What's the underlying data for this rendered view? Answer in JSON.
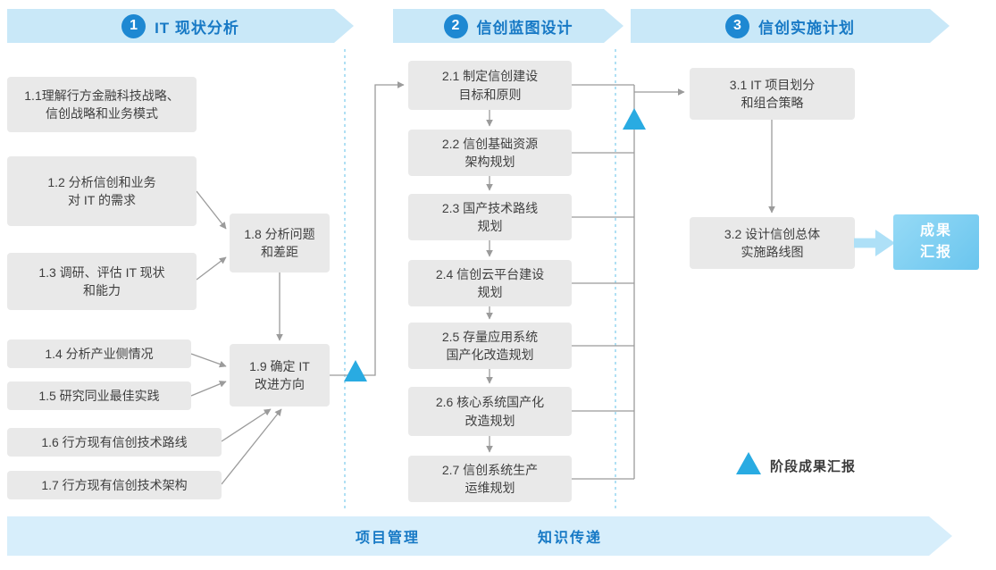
{
  "colors": {
    "banner_bg": "#c9e8f8",
    "banner_text": "#1779c5",
    "number_circle": "#1e88d2",
    "box_bg": "#e9e9e9",
    "box_text": "#3f3f3f",
    "connector": "#9b9b9b",
    "milestone_triangle": "#29abe2",
    "result_box_bg": "#7fcdf0",
    "dashed_separator": "#85cfef"
  },
  "phases": [
    {
      "number": "1",
      "title": "IT 现状分析",
      "boxes": [
        {
          "label": "1.1理解行方金融科技战略、\n信创战略和业务模式"
        },
        {
          "label": "1.2 分析信创和业务\n对 IT 的需求"
        },
        {
          "label": "1.3 调研、评估 IT 现状\n和能力"
        },
        {
          "label": "1.4 分析产业侧情况"
        },
        {
          "label": "1.5 研究同业最佳实践"
        },
        {
          "label": "1.6 行方现有信创技术路线"
        },
        {
          "label": "1.7 行方现有信创技术架构"
        },
        {
          "label": "1.8 分析问题\n和差距"
        },
        {
          "label": "1.9 确定 IT\n改进方向"
        }
      ]
    },
    {
      "number": "2",
      "title": "信创蓝图设计",
      "boxes": [
        {
          "label": "2.1 制定信创建设\n目标和原则"
        },
        {
          "label": "2.2 信创基础资源\n架构规划"
        },
        {
          "label": "2.3 国产技术路线\n规划"
        },
        {
          "label": "2.4 信创云平台建设\n规划"
        },
        {
          "label": "2.5 存量应用系统\n国产化改造规划"
        },
        {
          "label": "2.6 核心系统国产化\n改造规划"
        },
        {
          "label": "2.7 信创系统生产\n运维规划"
        }
      ]
    },
    {
      "number": "3",
      "title": "信创实施计划",
      "boxes": [
        {
          "label": "3.1 IT 项目划分\n和组合策略"
        },
        {
          "label": "3.2 设计信创总体\n实施路线图"
        }
      ]
    }
  ],
  "milestone": {
    "result_label": "成果\n汇报",
    "legend_label": "阶段成果汇报"
  },
  "bottom_banner": {
    "labels": [
      "项目管理",
      "知识传递"
    ]
  }
}
